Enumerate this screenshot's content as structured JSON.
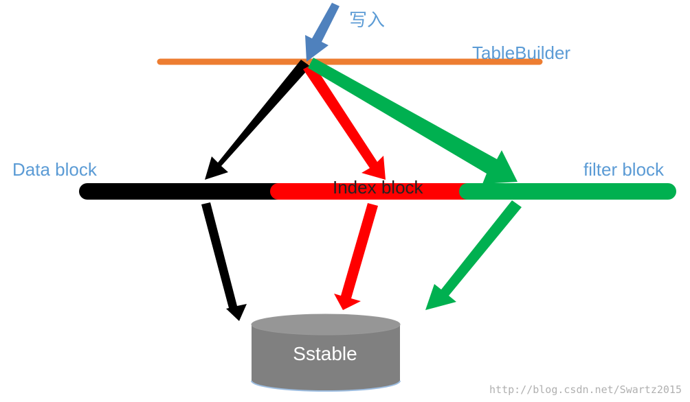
{
  "labels": {
    "write": "写入",
    "table_builder": "TableBuilder",
    "data_block": "Data block",
    "index_block": "Index block",
    "filter_block": "filter block",
    "sstable": "Sstable",
    "watermark": "http://blog.csdn.net/Swartz2015"
  },
  "colors": {
    "write_arrow": "#4f81bd",
    "table_builder_line": "#ed7d31",
    "data": "#000000",
    "index": "#ff0000",
    "filter": "#00b050",
    "label": "#5b9bd5",
    "cylinder": "#808080"
  }
}
